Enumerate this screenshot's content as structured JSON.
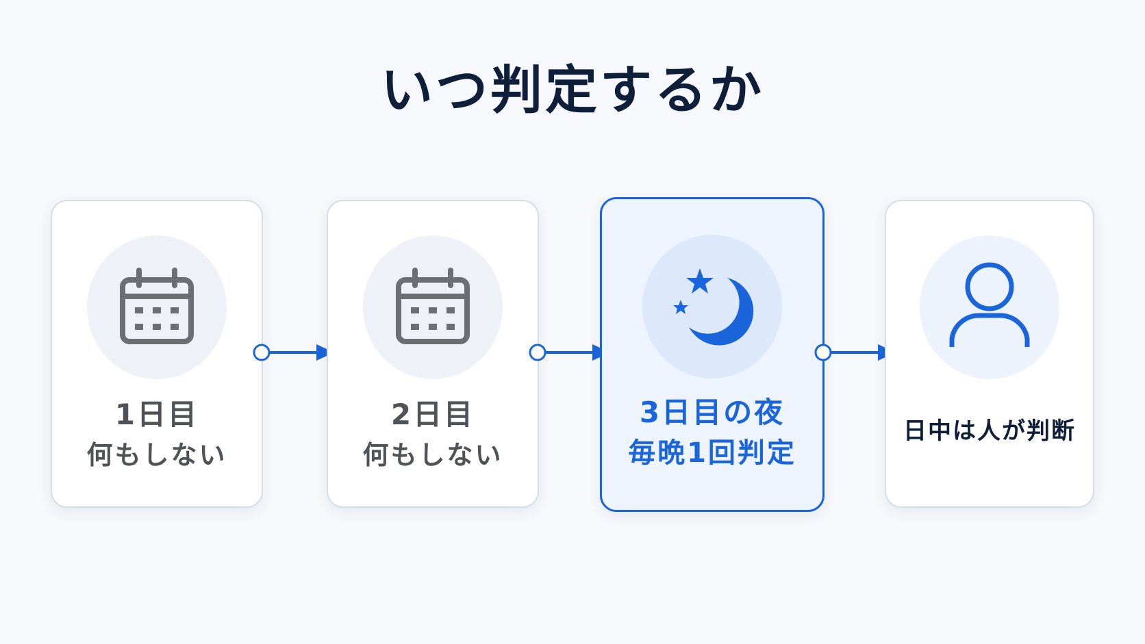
{
  "title": "いつ判定するか",
  "steps": [
    {
      "line1": "1日目",
      "line2": "何もしない",
      "icon": "calendar-icon",
      "state": "inactive"
    },
    {
      "line1": "2日目",
      "line2": "何もしない",
      "icon": "calendar-icon",
      "state": "inactive"
    },
    {
      "line1": "3日目の夜",
      "line2": "毎晩1回判定",
      "icon": "moon-stars-icon",
      "state": "active"
    },
    {
      "line1": "日中は人が判断",
      "icon": "person-icon",
      "state": "inactive"
    }
  ],
  "colors": {
    "accent": "#1a64dc",
    "title": "#0f1f3a",
    "muted_text": "#505356",
    "card_border": "#d8dee8",
    "background": "#f6f8fb"
  }
}
